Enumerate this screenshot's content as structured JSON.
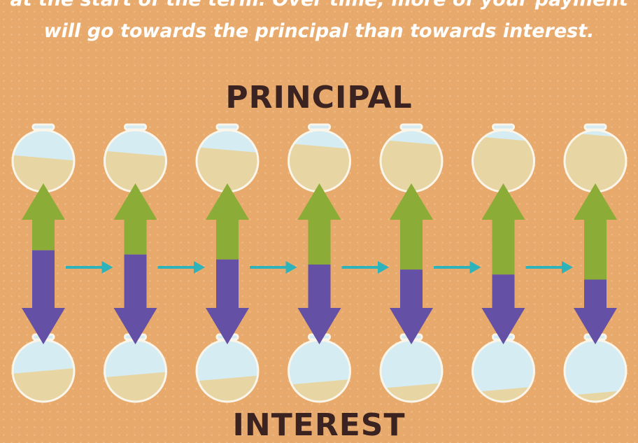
{
  "caption": {
    "line1": "at the start of the term. Over time, more of your payment",
    "line2": "will go towards the principal than towards interest."
  },
  "headings": {
    "top": "PRINCIPAL",
    "bottom": "INTEREST"
  },
  "colors": {
    "background": "#e8aa6c",
    "principal_arrow": "#8cac38",
    "interest_arrow": "#6451a6",
    "flow_arrow": "#2fb3bb",
    "flask_glass": "#d6ecf3",
    "flask_sand": "#e7d6a3",
    "flask_outline": "#fbf5ea",
    "text_dark": "#3a2320"
  },
  "stages": [
    {
      "principal_share": 0.28,
      "top_flask_fill": 0.55,
      "bottom_flask_fill": 0.5
    },
    {
      "principal_share": 0.33,
      "top_flask_fill": 0.62,
      "bottom_flask_fill": 0.44
    },
    {
      "principal_share": 0.39,
      "top_flask_fill": 0.68,
      "bottom_flask_fill": 0.38
    },
    {
      "principal_share": 0.45,
      "top_flask_fill": 0.74,
      "bottom_flask_fill": 0.32
    },
    {
      "principal_share": 0.51,
      "top_flask_fill": 0.8,
      "bottom_flask_fill": 0.26
    },
    {
      "principal_share": 0.57,
      "top_flask_fill": 0.86,
      "bottom_flask_fill": 0.2
    },
    {
      "principal_share": 0.63,
      "top_flask_fill": 0.92,
      "bottom_flask_fill": 0.14
    }
  ],
  "flow_arrow_icon": "right-arrow-icon",
  "flask_icon": "flask-icon"
}
